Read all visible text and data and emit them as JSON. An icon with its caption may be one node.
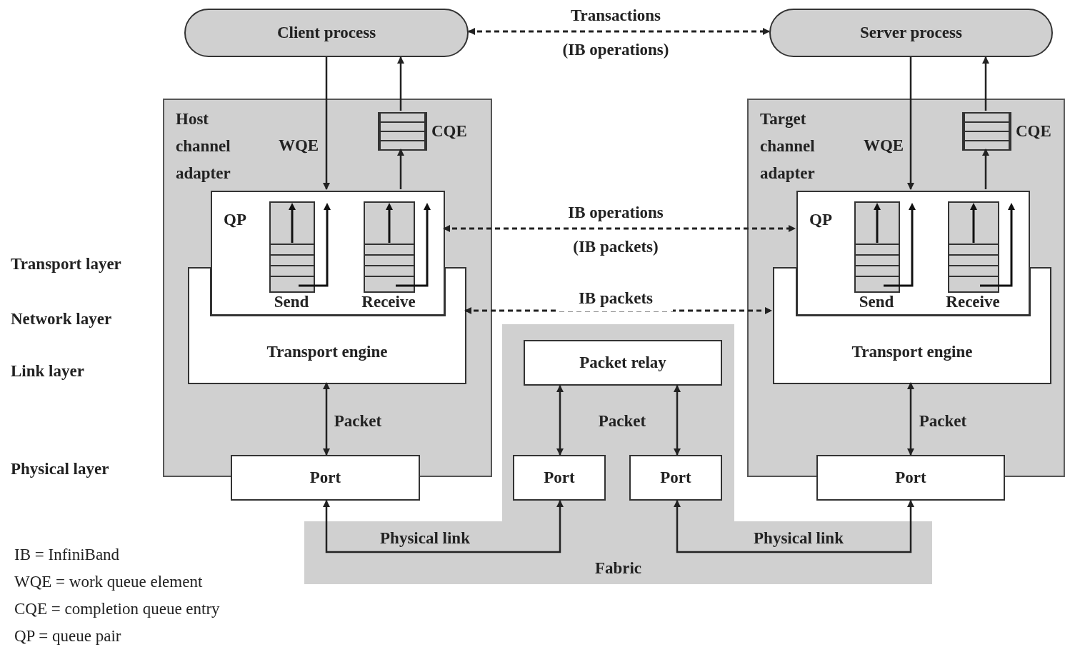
{
  "diagram": {
    "nodes": [
      {
        "text": [
          "Client process"
        ]
      },
      {
        "text": [
          "Server process"
        ]
      },
      {
        "text": [
          "Host channel adapter"
        ]
      },
      {
        "text": [
          "Transport engine"
        ],
        "in": 2
      },
      {
        "text": [
          "QP"
        ],
        "in": 2
      },
      {
        "text": [
          "Send"
        ],
        "in": 4
      },
      {
        "text": [
          "Receive"
        ],
        "in": 4
      },
      {
        "text": [
          "CQE"
        ],
        "in": 2
      },
      {
        "text": [
          "Port"
        ]
      },
      {
        "text": [
          "Target channel adapter"
        ]
      },
      {
        "text": [
          "Transport engine"
        ],
        "in": 9
      },
      {
        "text": [
          "QP"
        ],
        "in": 9
      },
      {
        "text": [
          "Send"
        ],
        "in": 11
      },
      {
        "text": [
          "Receive"
        ],
        "in": 11
      },
      {
        "text": [
          "CQE"
        ],
        "in": 9
      },
      {
        "text": [
          "Port"
        ]
      },
      {
        "text": [
          "Fabric"
        ]
      },
      {
        "text": [
          "Packet relay"
        ],
        "in": 16
      },
      {
        "text": [
          "Port"
        ],
        "in": 16
      },
      {
        "text": [
          "Port"
        ],
        "in": 16
      }
    ],
    "edges": [
      {
        "from": 0,
        "to": 1,
        "arrow": "both",
        "style": "dashed",
        "label": "Transactions (IB operations)"
      },
      {
        "from": 0,
        "to": 4,
        "arrow": "to",
        "label": "WQE"
      },
      {
        "from": 7,
        "to": 0,
        "arrow": "to"
      },
      {
        "from": 4,
        "to": 7,
        "arrow": "to"
      },
      {
        "from": 3,
        "to": 8,
        "arrow": "both",
        "label": "Packet"
      },
      {
        "from": 1,
        "to": 11,
        "arrow": "to",
        "label": "WQE"
      },
      {
        "from": 14,
        "to": 1,
        "arrow": "to"
      },
      {
        "from": 11,
        "to": 14,
        "arrow": "to"
      },
      {
        "from": 10,
        "to": 15,
        "arrow": "both",
        "label": "Packet"
      },
      {
        "from": 4,
        "to": 11,
        "arrow": "both",
        "style": "dashed",
        "label": "IB operations (IB packets)"
      },
      {
        "from": 3,
        "to": 10,
        "arrow": "both",
        "style": "dashed",
        "label": "IB packets"
      },
      {
        "from": 17,
        "to": 18,
        "arrow": "both",
        "label": "Packet"
      },
      {
        "from": 17,
        "to": 19,
        "arrow": "both"
      },
      {
        "from": 8,
        "to": 18,
        "arrow": "both",
        "label": "Physical link"
      },
      {
        "from": 19,
        "to": 15,
        "arrow": "both",
        "label": "Physical link"
      }
    ],
    "labels": [
      "Transport layer",
      "Network layer",
      "Link layer",
      "Physical layer",
      "IB = InfiniBand",
      "WQE = work queue element",
      "CQE = completion queue entry",
      "QP = queue pair"
    ]
  }
}
